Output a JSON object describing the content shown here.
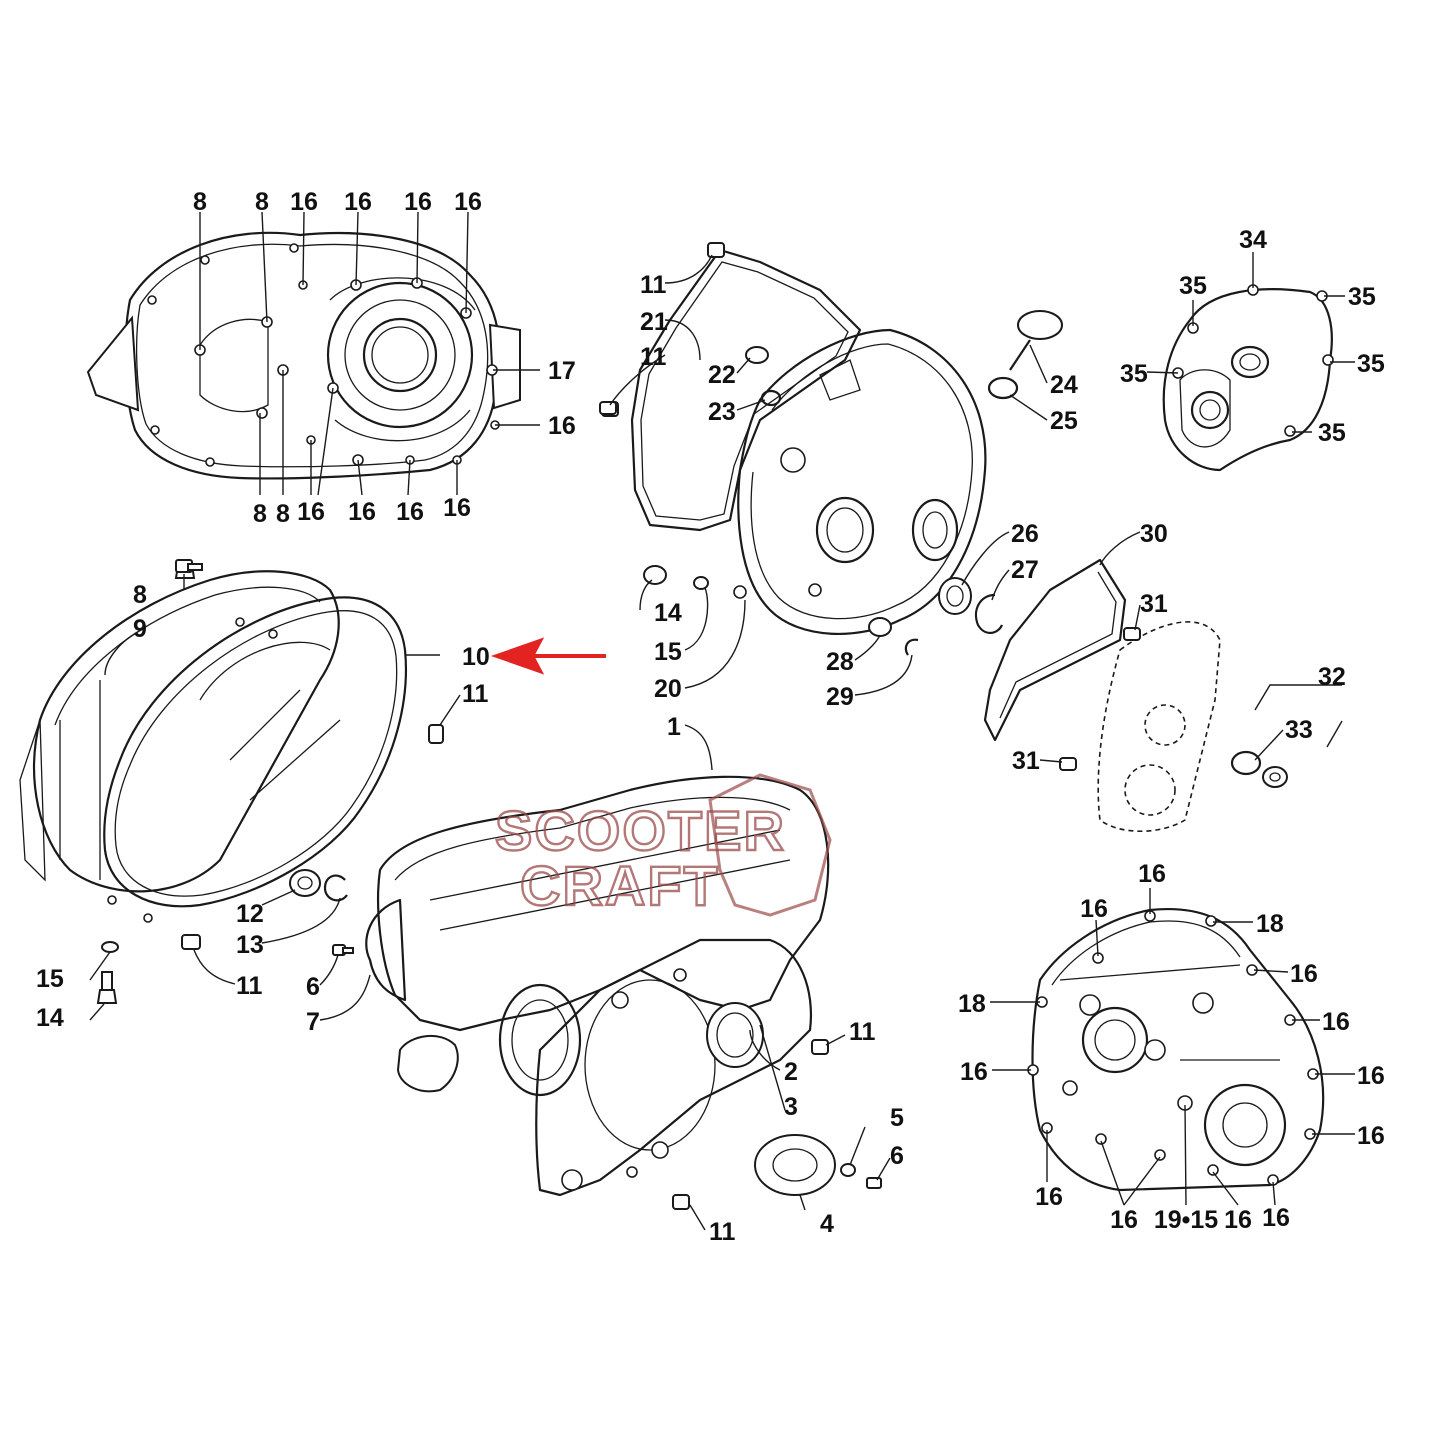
{
  "diagram": {
    "watermark": {
      "line1": "SCOOTER",
      "line2": "CRAFT"
    },
    "highlight_color": "#e32222",
    "line_color": "#1a1a1a",
    "highlighted_part": "10",
    "callouts": [
      {
        "id": "c-8-a",
        "label": "8"
      },
      {
        "id": "c-8-b",
        "label": "8"
      },
      {
        "id": "c-16-a",
        "label": "16"
      },
      {
        "id": "c-16-b",
        "label": "16"
      },
      {
        "id": "c-16-c",
        "label": "16"
      },
      {
        "id": "c-16-d",
        "label": "16"
      },
      {
        "id": "c-17",
        "label": "17"
      },
      {
        "id": "c-16-e",
        "label": "16"
      },
      {
        "id": "c-8-c",
        "label": "8"
      },
      {
        "id": "c-8-d",
        "label": "8"
      },
      {
        "id": "c-16-f",
        "label": "16"
      },
      {
        "id": "c-16-g",
        "label": "16"
      },
      {
        "id": "c-16-h",
        "label": "16"
      },
      {
        "id": "c-16-i",
        "label": "16"
      },
      {
        "id": "c-11-a",
        "label": "11"
      },
      {
        "id": "c-21",
        "label": "21"
      },
      {
        "id": "c-11-b",
        "label": "11"
      },
      {
        "id": "c-22",
        "label": "22"
      },
      {
        "id": "c-23",
        "label": "23"
      },
      {
        "id": "c-24",
        "label": "24"
      },
      {
        "id": "c-25",
        "label": "25"
      },
      {
        "id": "c-26",
        "label": "26"
      },
      {
        "id": "c-27",
        "label": "27"
      },
      {
        "id": "c-14-a",
        "label": "14"
      },
      {
        "id": "c-15-a",
        "label": "15"
      },
      {
        "id": "c-20",
        "label": "20"
      },
      {
        "id": "c-28",
        "label": "28"
      },
      {
        "id": "c-29",
        "label": "29"
      },
      {
        "id": "c-34",
        "label": "34"
      },
      {
        "id": "c-35-a",
        "label": "35"
      },
      {
        "id": "c-35-b",
        "label": "35"
      },
      {
        "id": "c-35-c",
        "label": "35"
      },
      {
        "id": "c-35-d",
        "label": "35"
      },
      {
        "id": "c-35-e",
        "label": "35"
      },
      {
        "id": "c-30",
        "label": "30"
      },
      {
        "id": "c-31-a",
        "label": "31"
      },
      {
        "id": "c-32",
        "label": "32"
      },
      {
        "id": "c-33",
        "label": "33"
      },
      {
        "id": "c-31-b",
        "label": "31"
      },
      {
        "id": "c-8-e",
        "label": "8"
      },
      {
        "id": "c-9",
        "label": "9"
      },
      {
        "id": "c-10",
        "label": "10"
      },
      {
        "id": "c-11-c",
        "label": "11"
      },
      {
        "id": "c-1",
        "label": "1"
      },
      {
        "id": "c-12",
        "label": "12"
      },
      {
        "id": "c-13",
        "label": "13"
      },
      {
        "id": "c-15-b",
        "label": "15"
      },
      {
        "id": "c-11-d",
        "label": "11"
      },
      {
        "id": "c-14-b",
        "label": "14"
      },
      {
        "id": "c-6-a",
        "label": "6"
      },
      {
        "id": "c-7",
        "label": "7"
      },
      {
        "id": "c-11-e",
        "label": "11"
      },
      {
        "id": "c-2",
        "label": "2"
      },
      {
        "id": "c-3",
        "label": "3"
      },
      {
        "id": "c-5",
        "label": "5"
      },
      {
        "id": "c-6-b",
        "label": "6"
      },
      {
        "id": "c-4",
        "label": "4"
      },
      {
        "id": "c-11-f",
        "label": "11"
      },
      {
        "id": "c-16-j",
        "label": "16"
      },
      {
        "id": "c-16-k",
        "label": "16"
      },
      {
        "id": "c-18-a",
        "label": "18"
      },
      {
        "id": "c-16-l",
        "label": "16"
      },
      {
        "id": "c-18-b",
        "label": "18"
      },
      {
        "id": "c-16-m",
        "label": "16"
      },
      {
        "id": "c-16-n",
        "label": "16"
      },
      {
        "id": "c-16-o",
        "label": "16"
      },
      {
        "id": "c-16-p",
        "label": "16"
      },
      {
        "id": "c-16-q",
        "label": "16"
      },
      {
        "id": "c-16-r",
        "label": "16"
      },
      {
        "id": "c-19-15",
        "label": "19•15"
      },
      {
        "id": "c-16-s",
        "label": "16"
      },
      {
        "id": "c-16-t",
        "label": "16"
      }
    ]
  }
}
